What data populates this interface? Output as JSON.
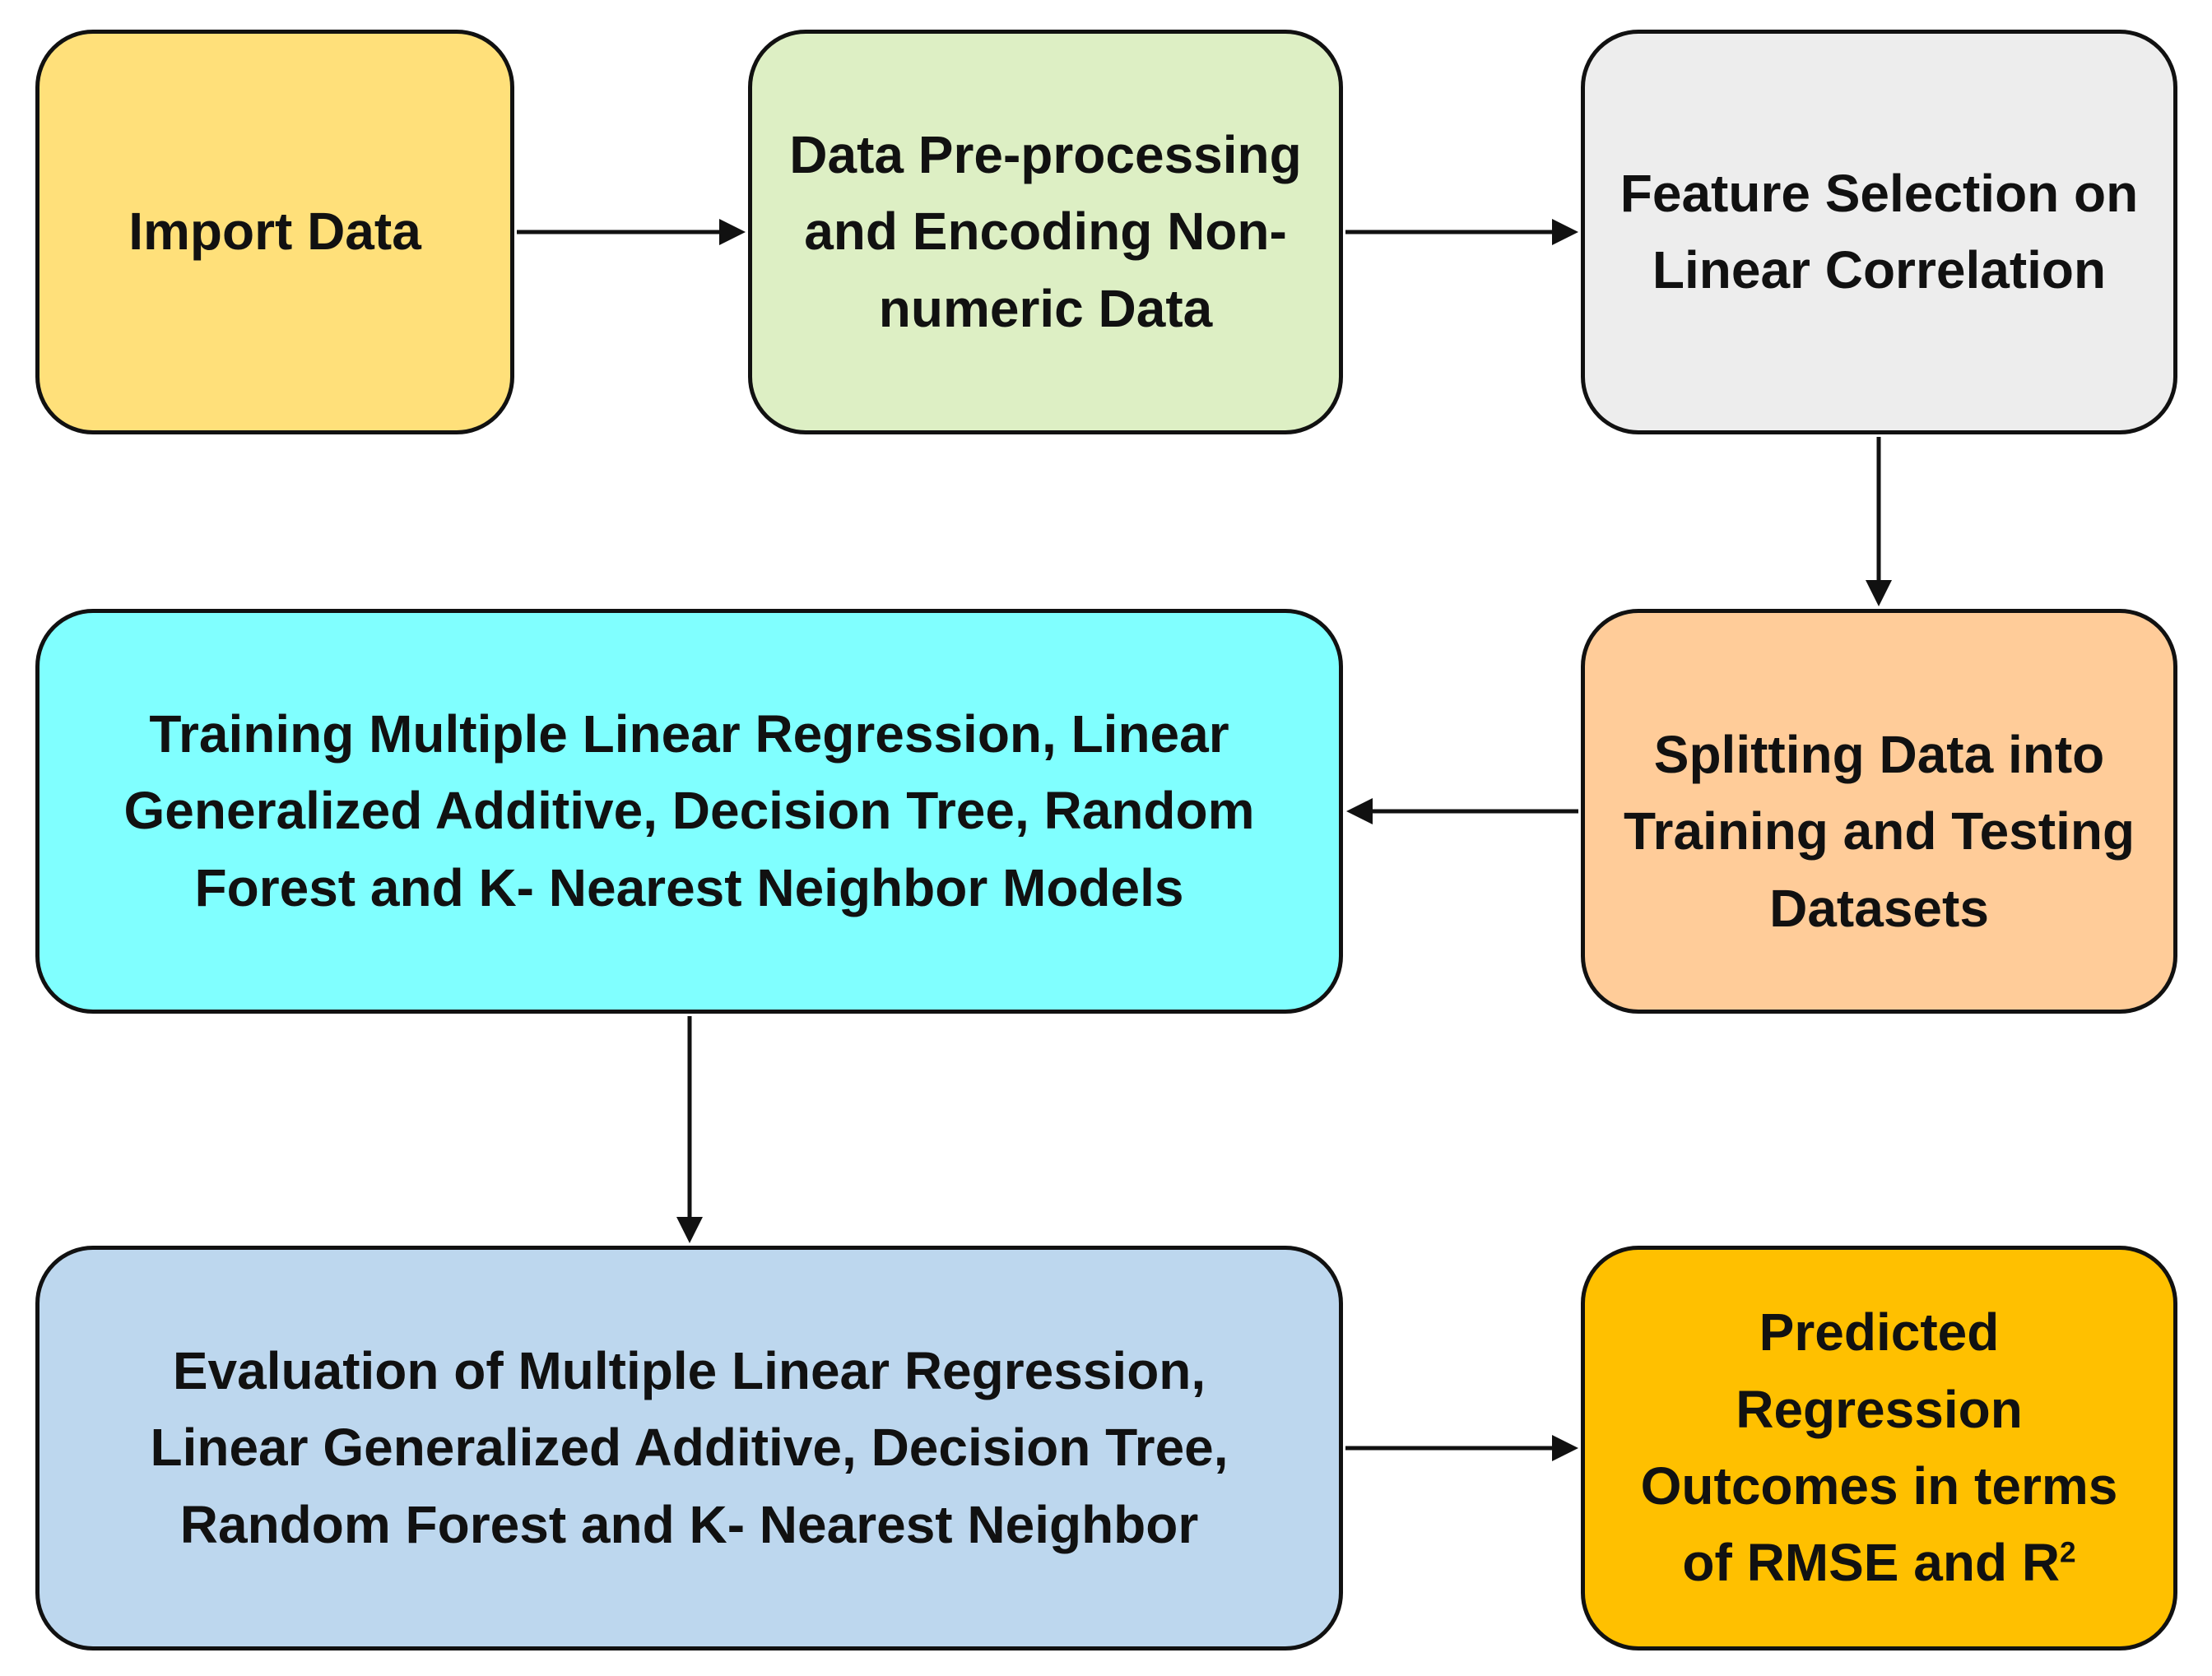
{
  "nodes": {
    "import": {
      "label": "Import Data",
      "color": "#FFE07A"
    },
    "preprocess": {
      "label": "Data Pre-processing and Encoding Non-numeric Data",
      "color": "#DDEFC4"
    },
    "feature": {
      "label": "Feature Selection on Linear Correlation",
      "color": "#EDEDED"
    },
    "split": {
      "label": "Splitting Data into Training and Testing Datasets",
      "color": "#FFCC99"
    },
    "train": {
      "label": "Training Multiple Linear Regression, Linear Generalized Additive, Decision Tree, Random Forest and K- Nearest Neighbor Models",
      "color": "#80FFFF"
    },
    "evaluate": {
      "label": "Evaluation of Multiple Linear Regression, Linear Generalized Additive, Decision Tree, Random Forest and K- Nearest Neighbor",
      "color": "#BDD7EE"
    },
    "predict": {
      "label": "Predicted Regression Outcomes in terms of RMSE and R",
      "superscript": "2",
      "color": "#FFC000"
    }
  },
  "edges": [
    {
      "from": "import",
      "to": "preprocess"
    },
    {
      "from": "preprocess",
      "to": "feature"
    },
    {
      "from": "feature",
      "to": "split"
    },
    {
      "from": "split",
      "to": "train"
    },
    {
      "from": "train",
      "to": "evaluate"
    },
    {
      "from": "evaluate",
      "to": "predict"
    }
  ]
}
